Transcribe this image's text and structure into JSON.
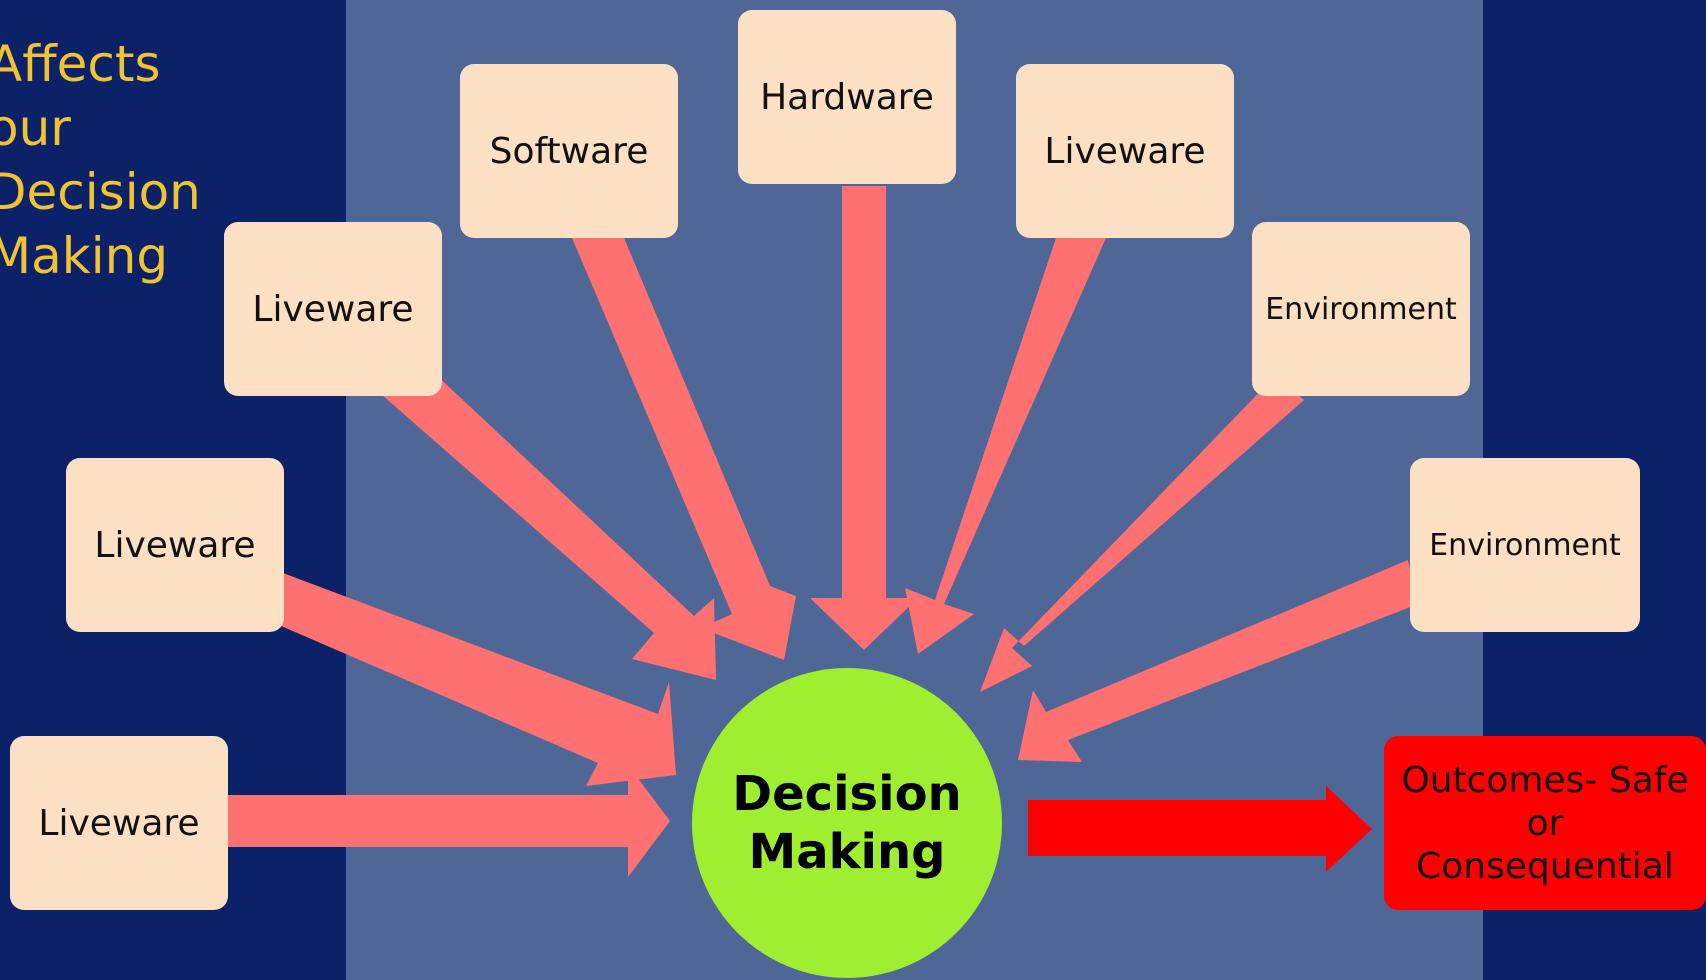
{
  "heading": "Affects\nour\nDecision\nMaking",
  "factors": [
    {
      "label": "Liveware"
    },
    {
      "label": "Liveware"
    },
    {
      "label": "Liveware"
    },
    {
      "label": "Software"
    },
    {
      "label": "Hardware"
    },
    {
      "label": "Liveware"
    },
    {
      "label": "Environment"
    },
    {
      "label": "Environment"
    }
  ],
  "center_label": "Decision Making",
  "outcome_label": "Outcomes- Safe or Consequential",
  "colors": {
    "background": "#0c2268",
    "panel": "#4f6796",
    "factor_box": "#fde0c4",
    "arrow": "#ff7070",
    "center": "#a0ee30",
    "outcome": "#ff0000",
    "heading": "#f1c232"
  }
}
